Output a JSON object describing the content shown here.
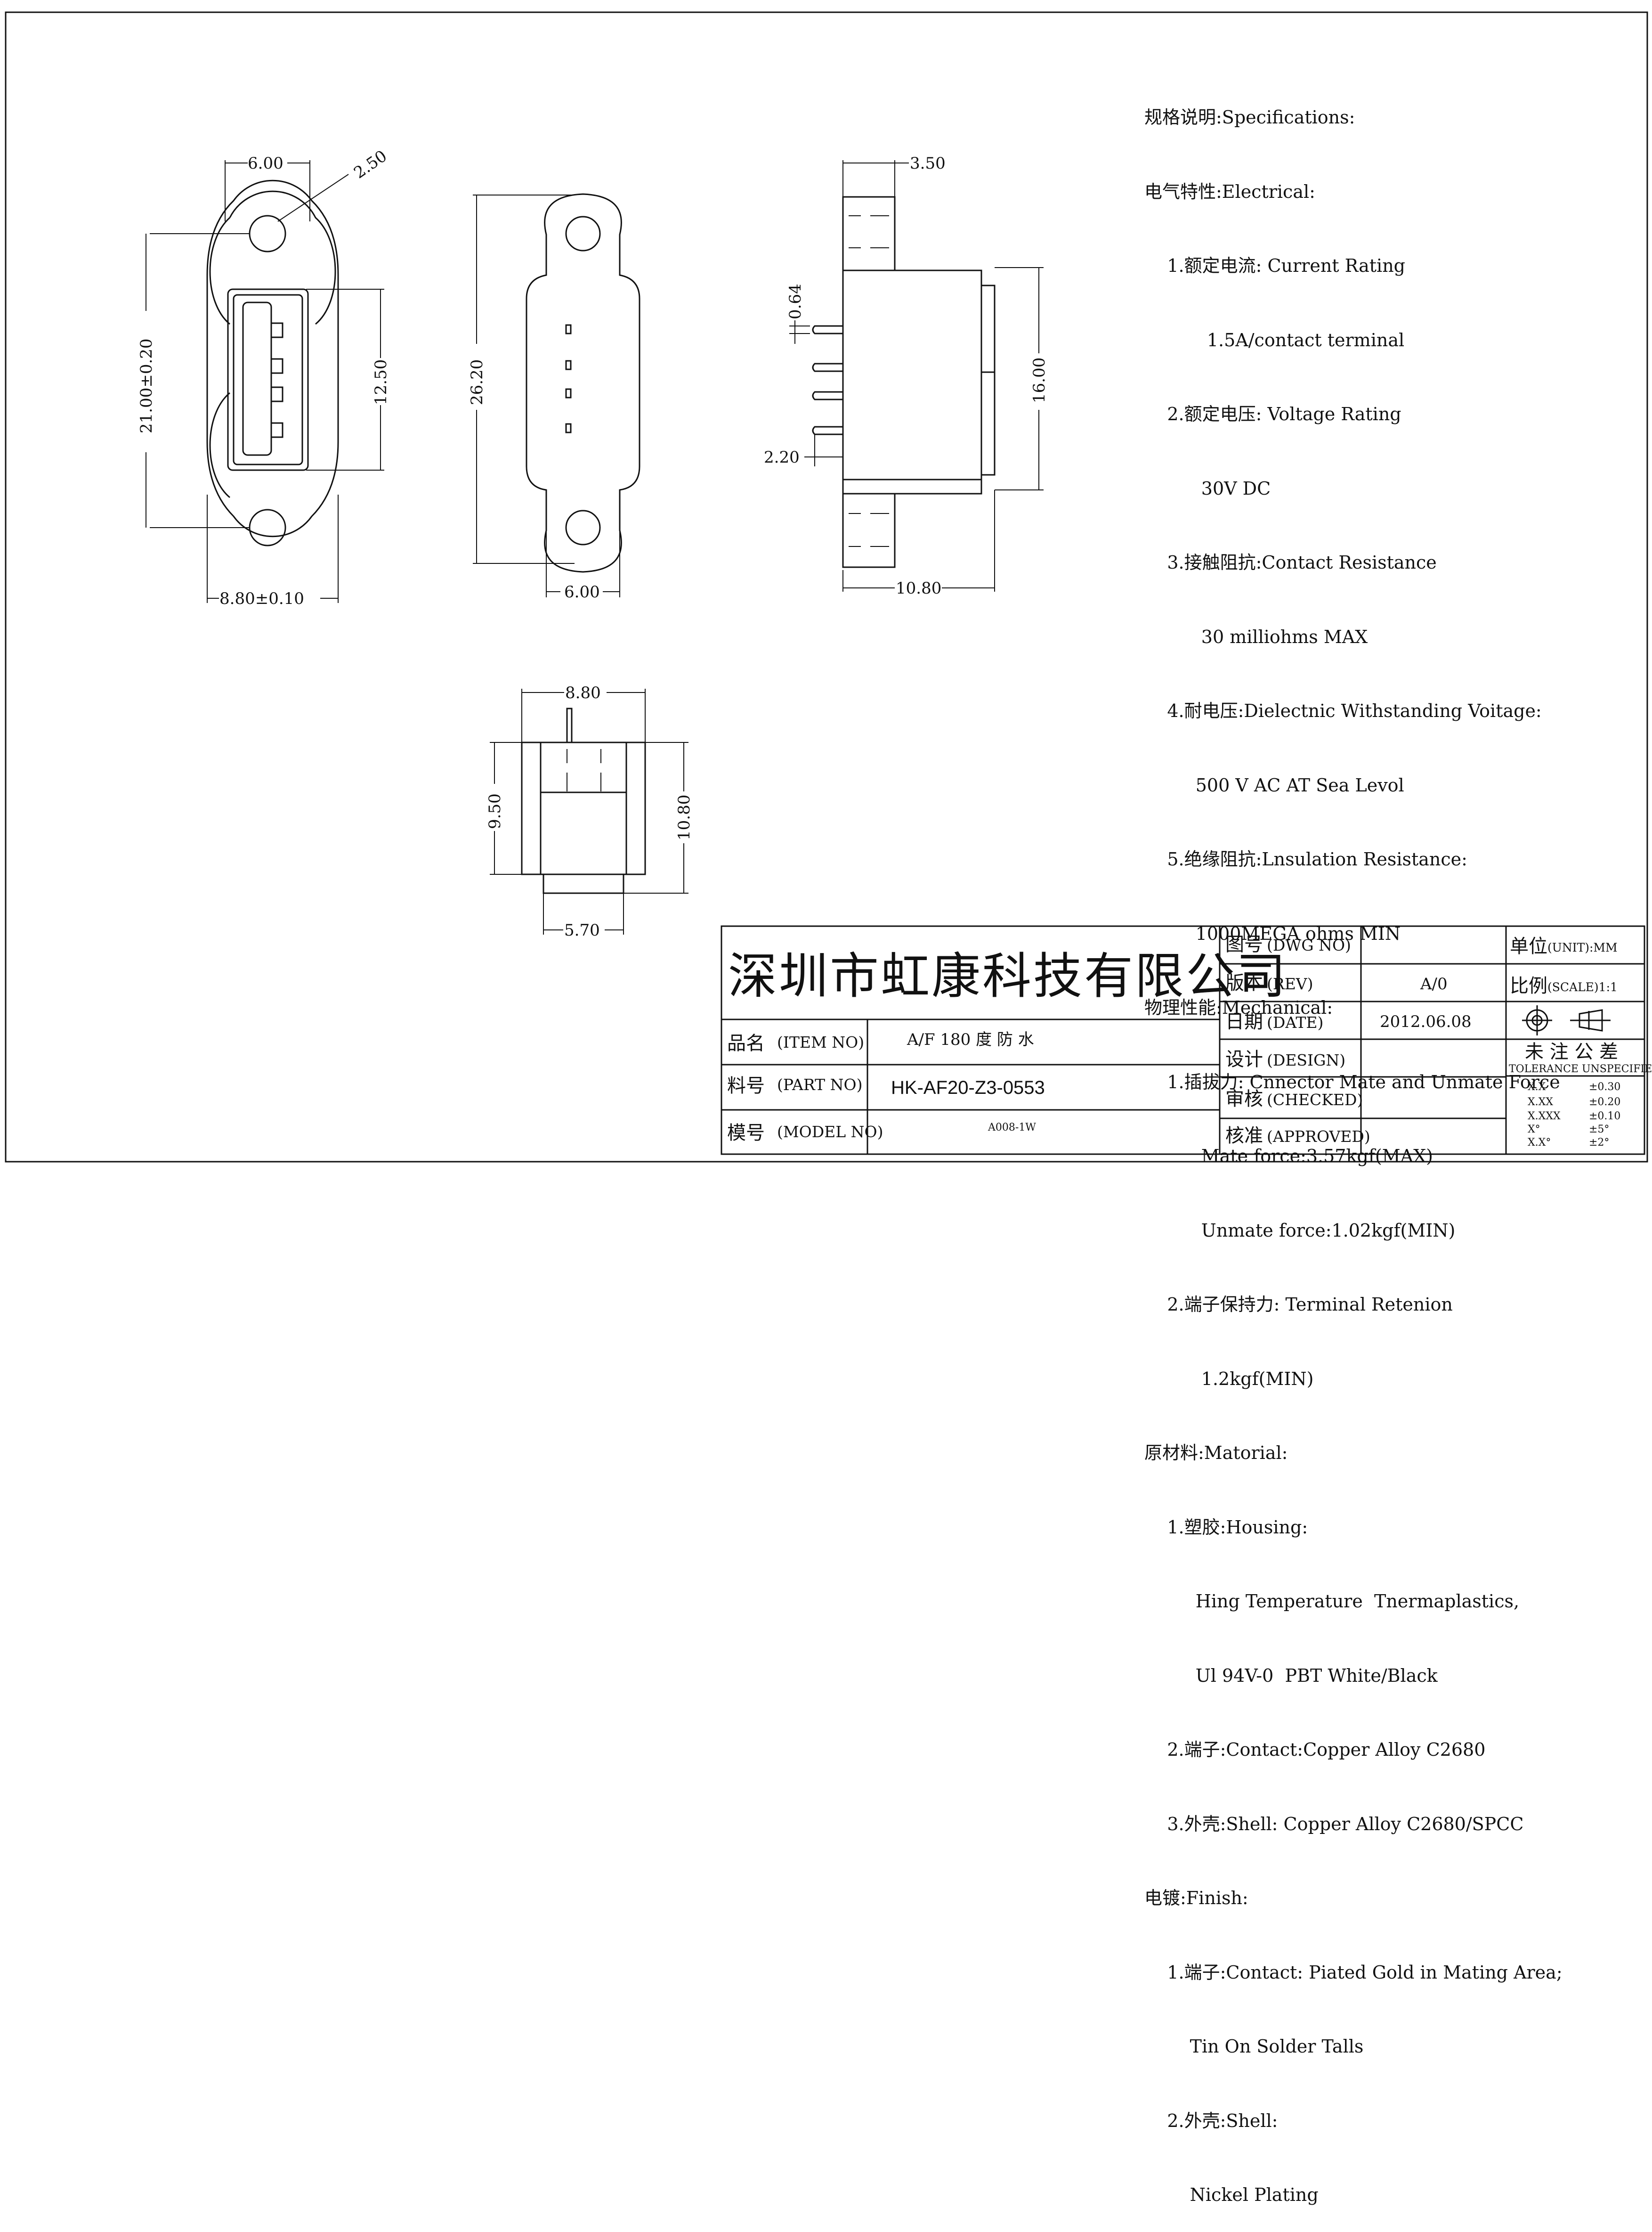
{
  "dimensions": {
    "front_top_width": "6.00",
    "front_hole_dia": "2.50",
    "front_height": "21.00±0.20",
    "front_port_height": "12.50",
    "front_bottom_width": "8.80±0.10",
    "back_height": "26.20",
    "back_bottom_width": "6.00",
    "side_top_width": "3.50",
    "side_pin_thickness": "0.64",
    "side_height": "16.00",
    "side_pin_length": "2.20",
    "side_bottom_width": "10.80",
    "bottom_top_width": "8.80",
    "bottom_left_height": "9.50",
    "bottom_right_height": "10.80",
    "bottom_width": "5.70"
  },
  "specifications": [
    "规格说明:Specifications:",
    "电气特性:Electrical:",
    "    1.额定电流: Current Rating",
    "           1.5A/contact terminal",
    "    2.额定电压: Voltage Rating",
    "          30V DC",
    "    3.接触阻抗:Contact Resistance",
    "          30 milliohms MAX",
    "    4.耐电压:Dielectnic Withstanding Voitage:",
    "         500 V AC AT Sea Levol",
    "    5.绝缘阻抗:Lnsulation Resistance:",
    "         1000MEGA ohms MIN",
    "物理性能:Mechanical:",
    "    1.插拔力: Cnnector Mate and Unmate Force",
    "          Mate force:3.57kgf(MAX)",
    "          Unmate force:1.02kgf(MIN)",
    "    2.端子保持力: Terminal Retenion",
    "          1.2kgf(MIN)",
    "原材料:Matorial:",
    "    1.塑胶:Housing:",
    "         Hing Temperature  Tnermaplastics,",
    "         Ul 94V-0  PBT White/Black",
    "    2.端子:Contact:Copper Alloy C2680",
    "    3.外壳:Shell: Copper Alloy C2680/SPCC",
    "电镀:Finish:",
    "    1.端子:Contact: Piated Gold in Mating Area;",
    "        Tin On Solder Talls",
    "    2.外壳:Shell:",
    "        Nickel Plating"
  ],
  "title_block": {
    "company": "深圳市虹康科技有限公司",
    "item_label": "品名",
    "item_label_en": "(ITEM NO)",
    "item_value": "A/F  180 度 防 水",
    "part_label": "料号",
    "part_label_en": "(PART NO)",
    "part_value": "HK-AF20-Z3-0553",
    "model_label": "模号",
    "model_label_en": "(MODEL NO)",
    "model_value": "A008-1W",
    "dwg_label": "图号",
    "dwg_label_en": "(DWG NO)",
    "rev_label": "版本",
    "rev_label_en": "(REV)",
    "rev_value": "A/0",
    "date_label": "日期",
    "date_label_en": "(DATE)",
    "date_value": "2012.06.08",
    "design_label": "设计",
    "design_label_en": "(DESIGN)",
    "checked_label": "审核",
    "checked_label_en": "(CHECKED)",
    "approved_label": "核准",
    "approved_label_en": "(APPROVED)",
    "unit_label": "单位",
    "unit_value": "(UNIT):MM",
    "scale_label": "比例",
    "scale_value": "(SCALE)1:1",
    "tolerance_title": "未 注 公 差",
    "tolerance_sub": "TOLERANCE UNSPECIFIED",
    "tolerances": [
      {
        "k": "X.X",
        "v": "±0.30"
      },
      {
        "k": "X.XX",
        "v": "±0.20"
      },
      {
        "k": "X.XXX",
        "v": "±0.10"
      },
      {
        "k": "X°",
        "v": "±5°"
      },
      {
        "k": "X.X°",
        "v": "±2°"
      }
    ]
  }
}
